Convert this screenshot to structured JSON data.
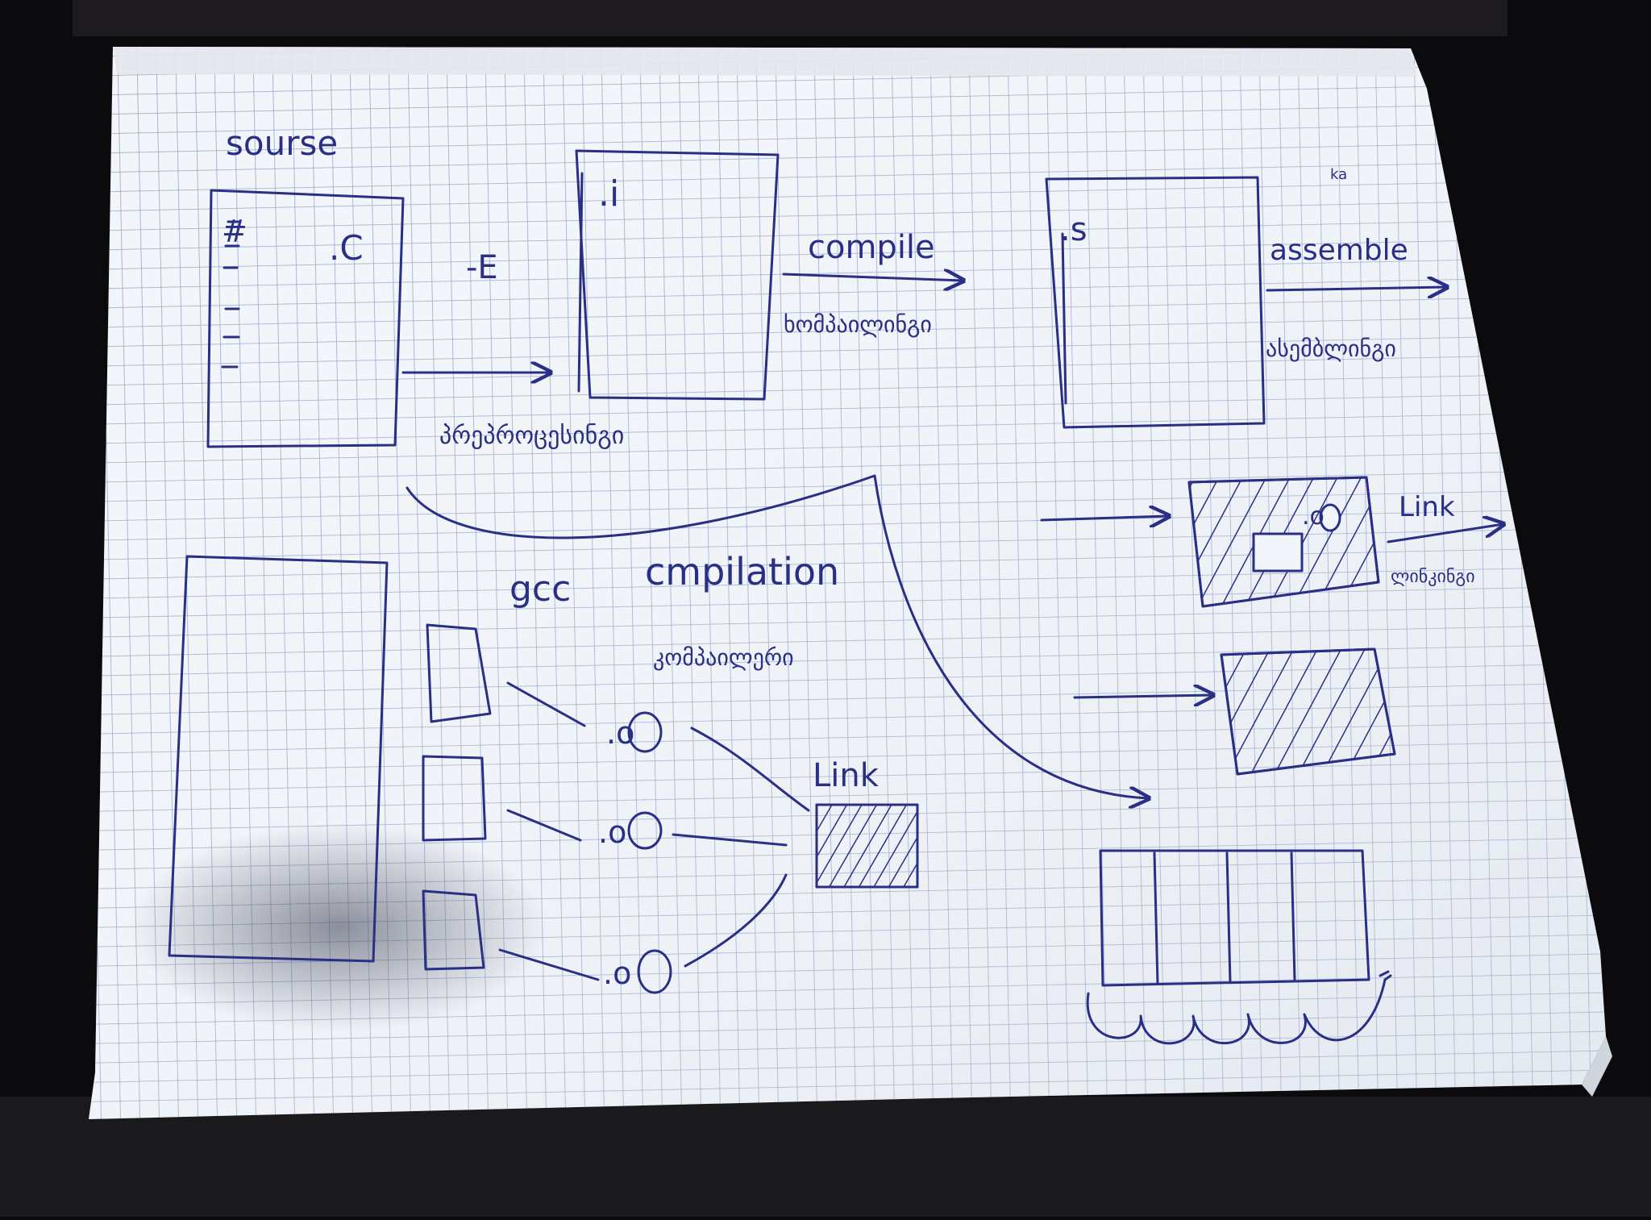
{
  "labels": {
    "source": "sourse",
    "c_ext": ".C",
    "flag_e": "-E",
    "i_ext": ".i",
    "compile": "compile",
    "compile_ka": "ხომპაილინგი",
    "preprocess_ka": "პრეპროცესინგი",
    "s_ext": ".s",
    "assemble": "assemble",
    "assemble_ka": "ასემბლინგი",
    "o_ext_right": ".o",
    "link_right": "Link",
    "link_right_ka": "ლინკინგი",
    "gcc": "gcc",
    "compilation": "cmpilation",
    "compilation_ka": "კომპაილერი",
    "o_ext_1": ".o",
    "o_ext_2": ".o",
    "o_ext_3": ".o",
    "link_center": "Link",
    "hash": "#",
    "small_mark": "ka"
  },
  "colors": {
    "ink": "#2a2f86",
    "paper": "#f2f5f9",
    "grid": "#7f95c4",
    "desk": "#0b0b0d"
  }
}
